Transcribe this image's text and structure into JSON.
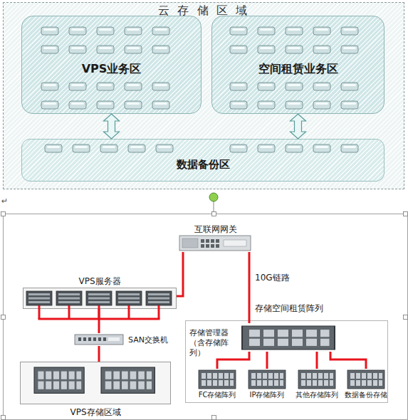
{
  "diagram": {
    "nodes": [
      {
        "text": [
          "云 存 储 区 域"
        ]
      },
      {
        "text": [
          "VPS业务区"
        ],
        "in": 0
      },
      {
        "text": [
          "空间租赁业务区"
        ],
        "in": 0
      },
      {
        "text": [
          "数据备份区"
        ],
        "in": 0
      },
      {
        "text": [
          "互联网网关"
        ]
      },
      {
        "text": [
          "VPS服务器"
        ]
      },
      {
        "text": [
          "SAN交换机"
        ]
      },
      {
        "text": [
          "VPS存储区域"
        ]
      },
      {
        "text": [
          "存储空间租赁阵列"
        ]
      },
      {
        "text": [
          "存储管理器 （含存储阵列）"
        ],
        "in": 8
      },
      {
        "text": [
          "FC存储阵列"
        ],
        "in": 8
      },
      {
        "text": [
          "IP存储阵列"
        ],
        "in": 8
      },
      {
        "text": [
          "其他存储阵列"
        ],
        "in": 8
      },
      {
        "text": [
          "数据备份存储"
        ],
        "in": 8
      }
    ],
    "edges": [
      {
        "from": 1,
        "to": 3,
        "arrow": "both"
      },
      {
        "from": 2,
        "to": 3,
        "arrow": "both"
      },
      {
        "from": 4,
        "to": 5,
        "arrow": "none"
      },
      {
        "from": 4,
        "to": 9,
        "label": "10G链路",
        "arrow": "none"
      },
      {
        "from": 5,
        "to": 6,
        "arrow": "none"
      },
      {
        "from": 6,
        "to": 7,
        "arrow": "none"
      },
      {
        "from": 9,
        "to": 10,
        "arrow": "none"
      },
      {
        "from": 9,
        "to": 11,
        "arrow": "none"
      },
      {
        "from": 9,
        "to": 12,
        "arrow": "none"
      },
      {
        "from": 9,
        "to": 13,
        "arrow": "none"
      }
    ],
    "labels": [
      "↵"
    ]
  }
}
